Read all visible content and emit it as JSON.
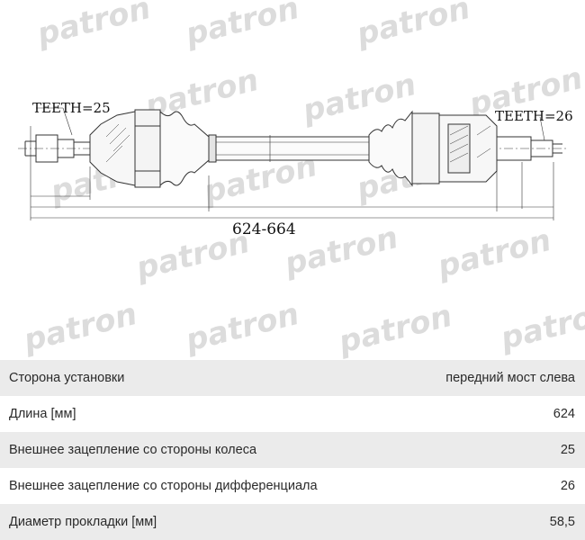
{
  "drawing": {
    "watermark": "patron",
    "teeth_left": "TEETH=25",
    "teeth_right": "TEETH=26",
    "length_label": "624-664"
  },
  "specs": [
    {
      "label": "Сторона установки",
      "value": "передний мост слева"
    },
    {
      "label": "Длина [мм]",
      "value": "624"
    },
    {
      "label": "Внешнее зацепление со стороны колеса",
      "value": "25"
    },
    {
      "label": "Внешнее зацепление со стороны дифференциала",
      "value": "26"
    },
    {
      "label": "Диаметр прокладки [мм]",
      "value": "58,5"
    }
  ]
}
